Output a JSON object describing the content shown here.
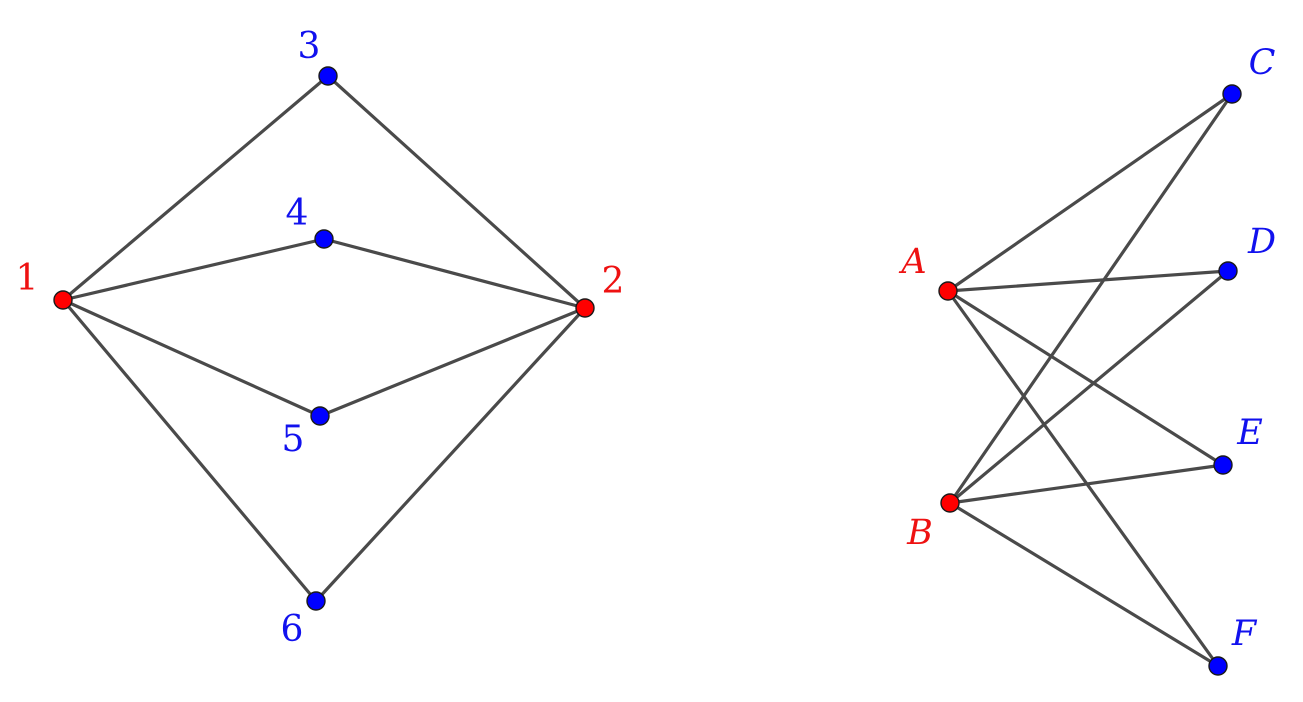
{
  "colors": {
    "red_node": "#ff0000",
    "blue_node": "#0000ff",
    "red_label": "#ee1111",
    "blue_label": "#1111ee",
    "edge": "#4a4a4a"
  },
  "graphs": [
    {
      "label_style": "upright",
      "nodes": [
        {
          "id": "1",
          "label": "1",
          "color": "red"
        },
        {
          "id": "2",
          "label": "2",
          "color": "red"
        },
        {
          "id": "3",
          "label": "3",
          "color": "blue"
        },
        {
          "id": "4",
          "label": "4",
          "color": "blue"
        },
        {
          "id": "5",
          "label": "5",
          "color": "blue"
        },
        {
          "id": "6",
          "label": "6",
          "color": "blue"
        }
      ],
      "edges": [
        [
          "1",
          "3"
        ],
        [
          "1",
          "4"
        ],
        [
          "1",
          "5"
        ],
        [
          "1",
          "6"
        ],
        [
          "2",
          "3"
        ],
        [
          "2",
          "4"
        ],
        [
          "2",
          "5"
        ],
        [
          "2",
          "6"
        ]
      ]
    },
    {
      "label_style": "italic",
      "nodes": [
        {
          "id": "A",
          "label": "A",
          "color": "red"
        },
        {
          "id": "B",
          "label": "B",
          "color": "red"
        },
        {
          "id": "C",
          "label": "C",
          "color": "blue"
        },
        {
          "id": "D",
          "label": "D",
          "color": "blue"
        },
        {
          "id": "E",
          "label": "E",
          "color": "blue"
        },
        {
          "id": "F",
          "label": "F",
          "color": "blue"
        }
      ],
      "edges": [
        [
          "A",
          "C"
        ],
        [
          "A",
          "D"
        ],
        [
          "A",
          "E"
        ],
        [
          "A",
          "F"
        ],
        [
          "B",
          "C"
        ],
        [
          "B",
          "D"
        ],
        [
          "B",
          "E"
        ],
        [
          "B",
          "F"
        ]
      ]
    }
  ]
}
